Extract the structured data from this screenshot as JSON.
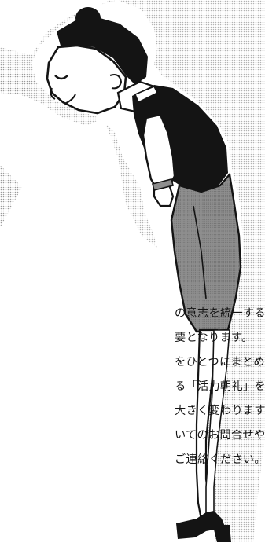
{
  "text": {
    "lines": [
      "の意志を統一する",
      "要となります。",
      "をひとつにまとめ、",
      "る「活力朝礼」を推奨",
      "大きく変わります。",
      "いてのお問合せや",
      "ご連絡ください。"
    ]
  },
  "colors": {
    "ink": "#141414",
    "skirt": "#8e8e8e",
    "halftone": "#c8c8c8",
    "skin": "#ffffff"
  },
  "illustration": {
    "subject": "bowing-woman-illustration"
  }
}
